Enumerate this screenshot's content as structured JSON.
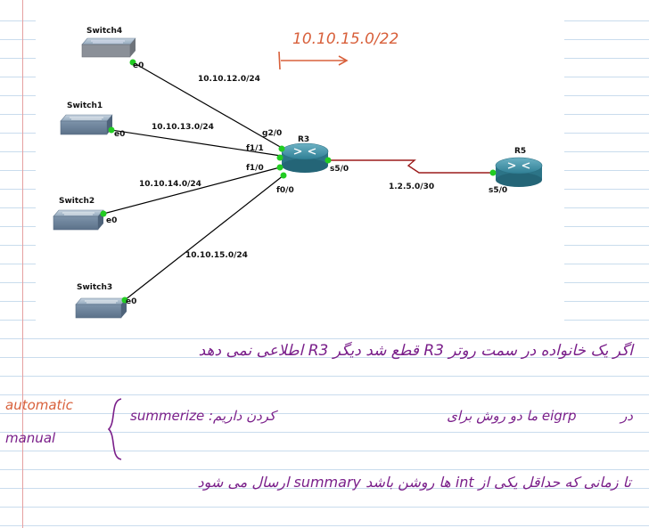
{
  "diagram": {
    "devices": {
      "switch4": "Switch4",
      "switch1": "Switch1",
      "switch2": "Switch2",
      "switch3": "Switch3",
      "r3": "R3",
      "r5": "R5"
    },
    "networks": {
      "net_12": "10.10.12.0/24",
      "net_13": "10.10.13.0/24",
      "net_14": "10.10.14.0/24",
      "net_15": "10.10.15.0/24",
      "serial_net": "1.2.5.0/30"
    },
    "ports": {
      "sw4_e0": "e0",
      "sw1_e0": "e0",
      "sw2_e0": "e0",
      "sw3_e0": "e0",
      "r3_g2": "g2/0",
      "r3_f1_1": "f1/1",
      "r3_f1_0": "f1/0",
      "r3_f0_0": "f0/0",
      "r3_s5": "s5/0",
      "r5_s5": "s5/0"
    },
    "annotation_summary": "10.10.15.0/22"
  },
  "notes": {
    "line1": "اگر یک خانواده در سمت روتر R3 قطع شد دیگر R3 اطلاعی نمی دهد",
    "line2_prefix": "در",
    "line2_eigrp": "eigrp",
    "line2_middle": "ما دو روش برای",
    "line2_summ": "summerize",
    "line2_suffix": "کردن داریم:",
    "opt_automatic": "automatic",
    "opt_manual": "manual",
    "line3_a": "تا زمانی که حداقل یکی از",
    "line3_int": "int",
    "line3_b": "ها روشن باشد",
    "line3_summary": "summary",
    "line3_c": "ارسال می شود"
  },
  "colors": {
    "red_ink": "#d8603b",
    "purple_ink": "#7a1f8a",
    "serial_link": "#9b1b1b",
    "port_dot": "#22cc22"
  }
}
